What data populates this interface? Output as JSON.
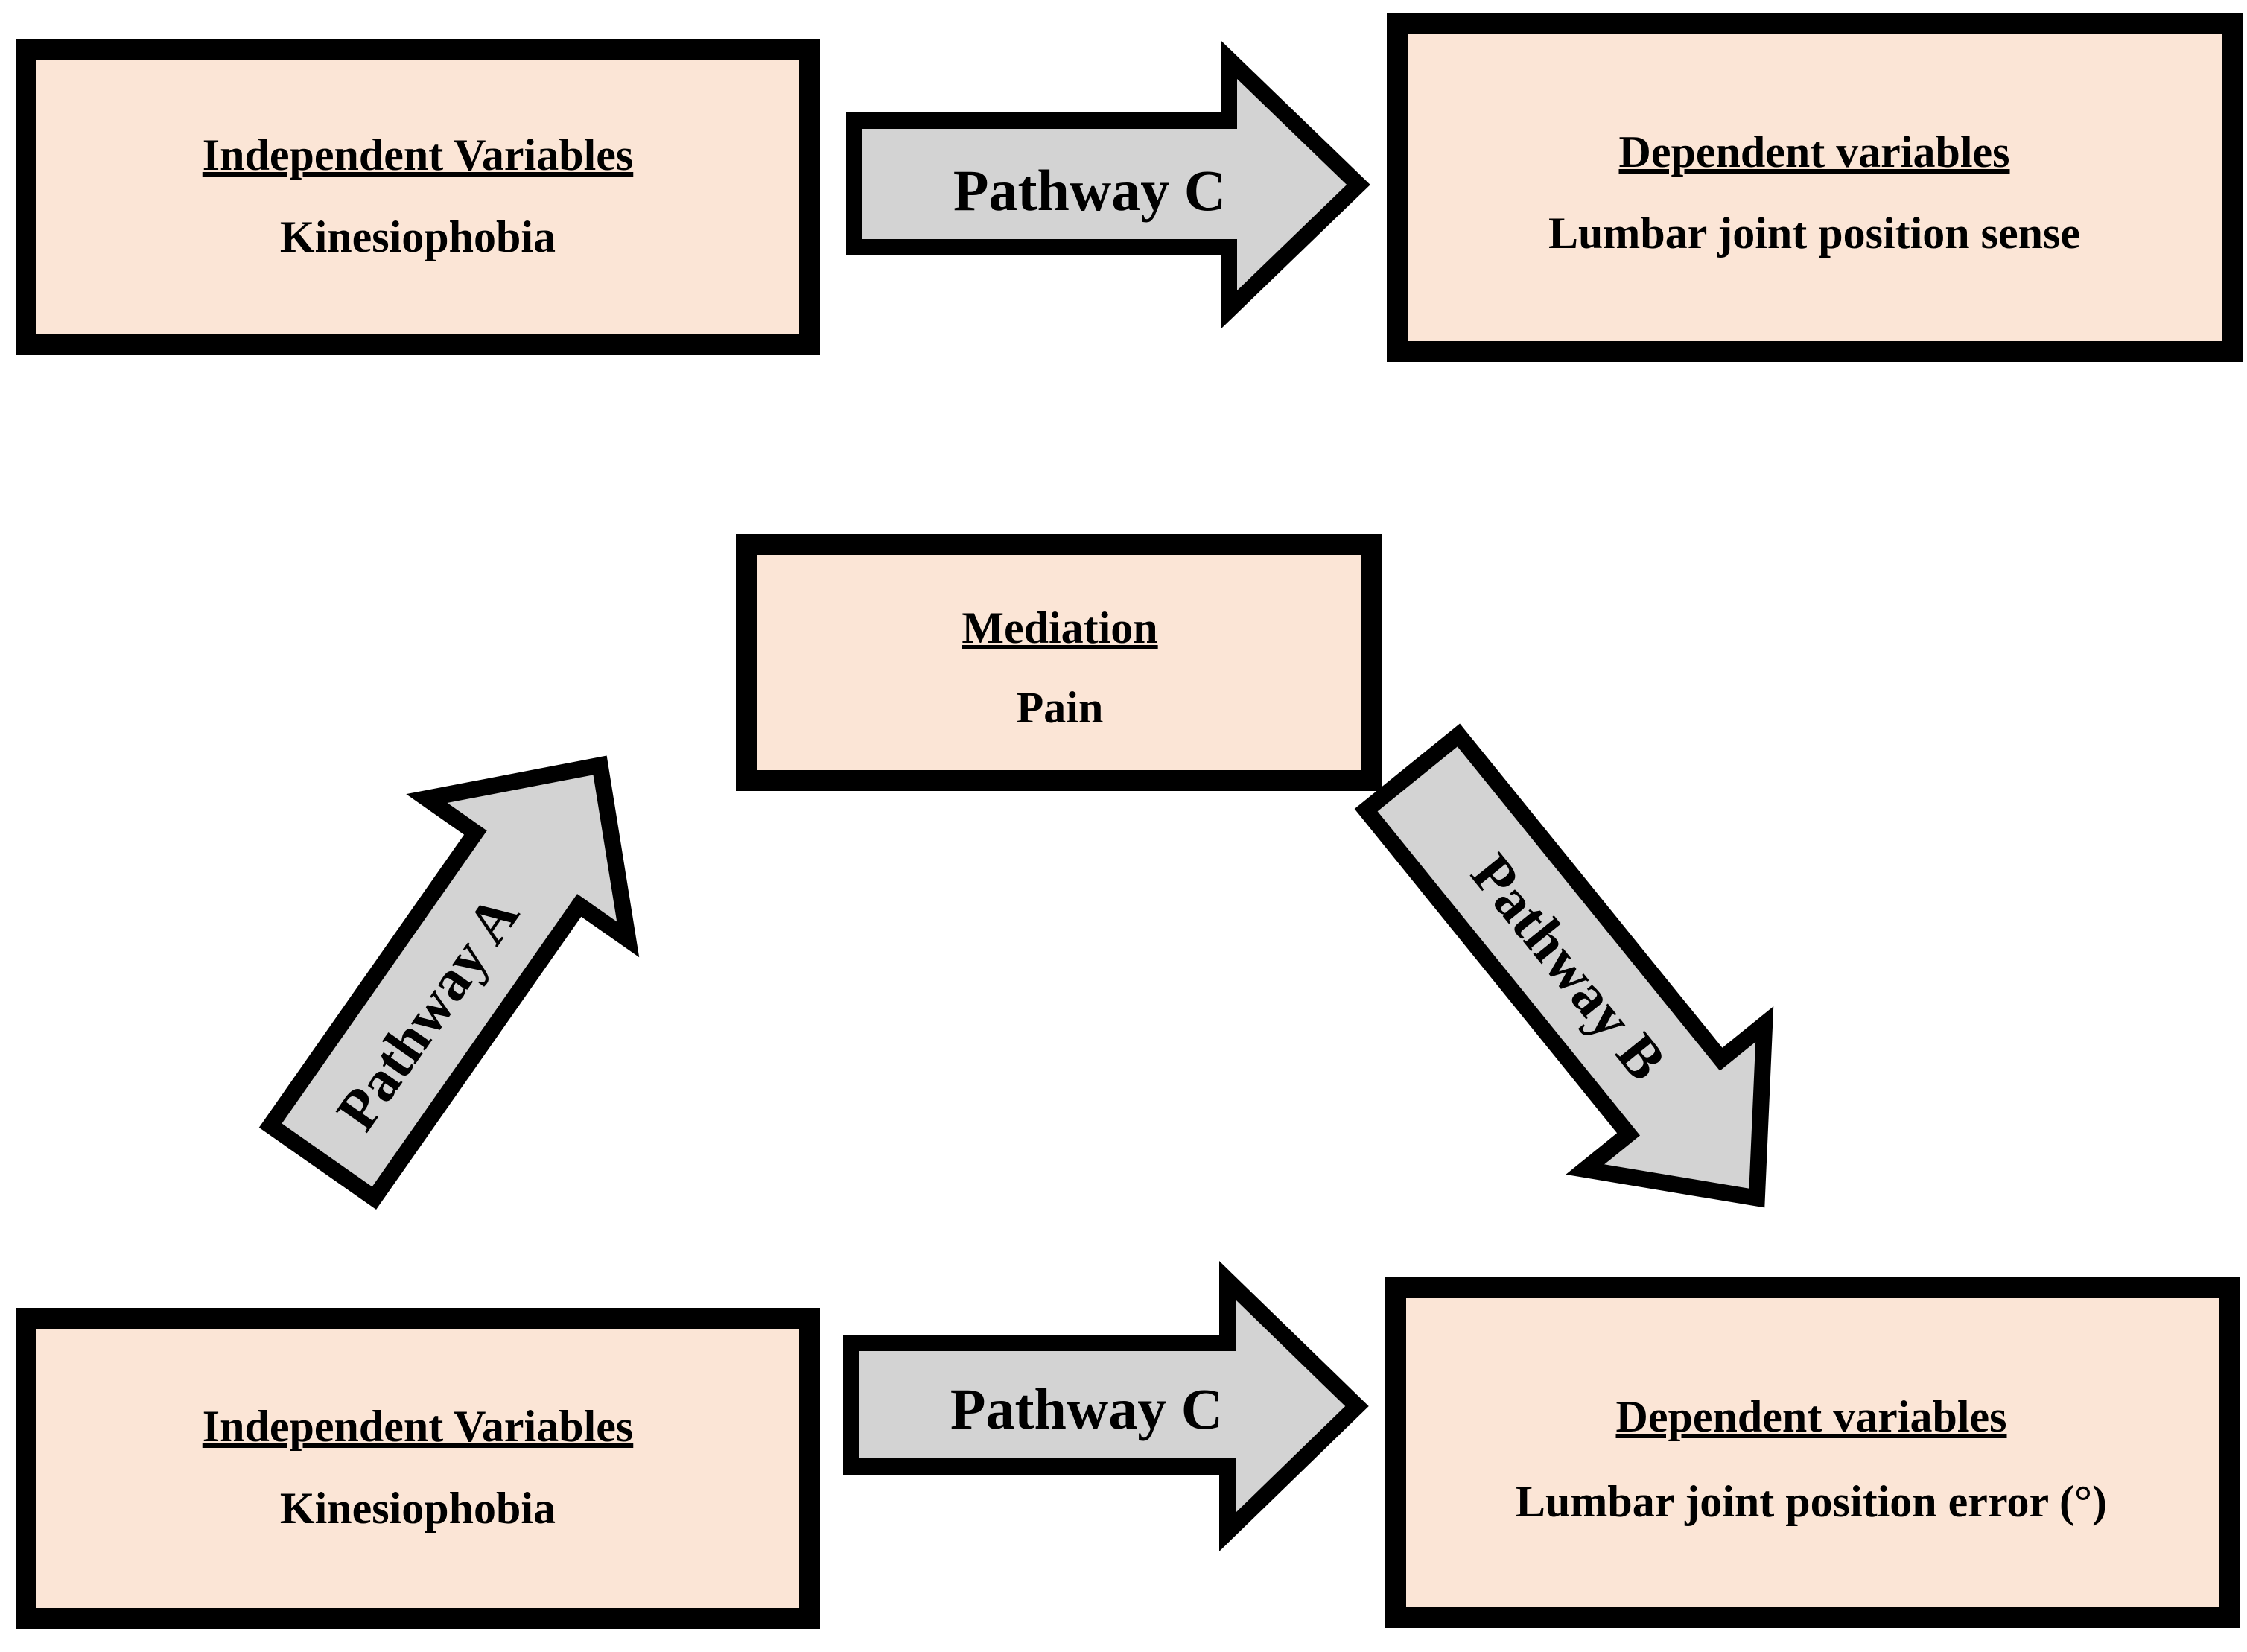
{
  "colors": {
    "box_fill": "#fbe5d6",
    "arrow_fill": "#d3d3d3",
    "stroke": "#000000"
  },
  "top_row": {
    "independent": {
      "title": "Independent Variables",
      "text": "Kinesiophobia"
    },
    "pathway_c": "Pathway C",
    "dependent": {
      "title": "Dependent variables",
      "text": "Lumbar joint position sense"
    }
  },
  "mediation": {
    "title": "Mediation",
    "text": "Pain"
  },
  "pathway_a": "Pathway A",
  "pathway_b": "Pathway B",
  "bottom_row": {
    "independent": {
      "title": "Independent Variables",
      "text": "Kinesiophobia"
    },
    "pathway_c": "Pathway C",
    "dependent": {
      "title": "Dependent variables",
      "text": "Lumbar joint position error (°)"
    }
  }
}
